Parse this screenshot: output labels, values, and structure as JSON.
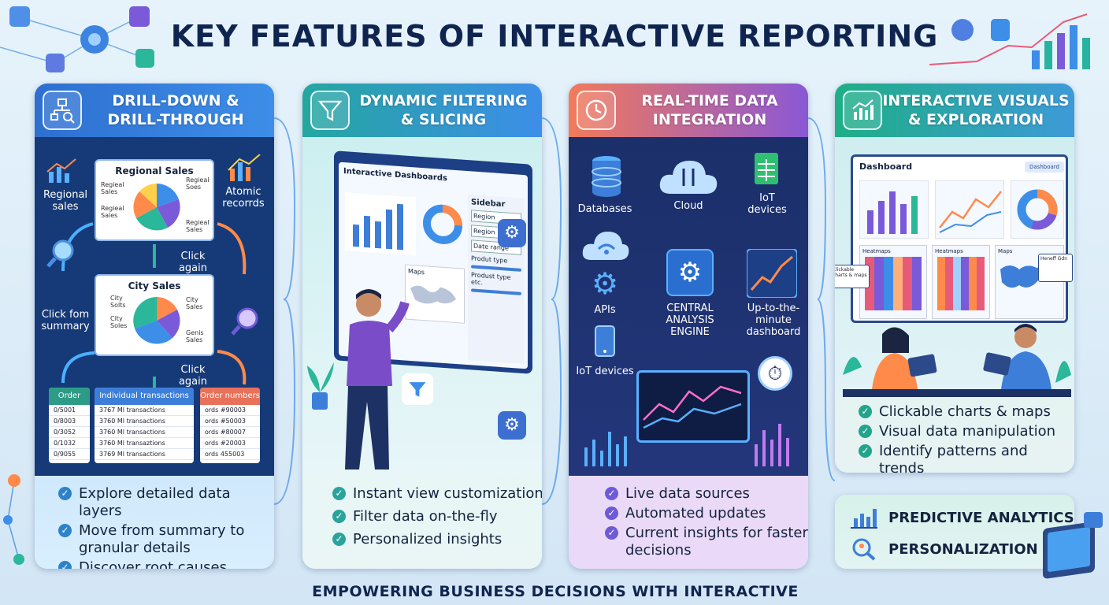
{
  "title": "KEY FEATURES OF INTERACTIVE REPORTING",
  "footer": "EMPOWERING BUSINESS DECISIONS WITH INTERACTIVE REPORTING",
  "panels": [
    {
      "title_line1": "DRILL-DOWN &",
      "title_line2": "DRILL-THROUGH",
      "icon": "hierarchy-search-icon",
      "labels": {
        "regional_sales": "Regional sales",
        "atomic_records": "Atomic recorrds",
        "regional_card": "Regional Sales",
        "click_again_1": "Click again",
        "city_card": "City Sales",
        "click_summary": "Click fom summary",
        "click_again_2": "Click again",
        "pie1_labels": [
          "Regieal Sales",
          "Regieal Sales",
          "Regieal Soes",
          "Regieal Sales"
        ],
        "pie2_labels": [
          "City Solts",
          "City Sales",
          "City Soles",
          "Genis Sales"
        ]
      },
      "tables": [
        {
          "header": "Order",
          "rows": [
            "0/5001",
            "0/8003",
            "0/3052",
            "0/1032",
            "0/9055"
          ]
        },
        {
          "header": "Individual transactions",
          "rows": [
            "3767   Ml   transactions",
            "3760   Ml   transactions",
            "3760   Ml   transactions",
            "3760   Ml   transaztions",
            "3769   Ml   transactions"
          ]
        },
        {
          "header": "Order numbers",
          "rows": [
            "ords #90003",
            "ords #50003",
            "ords #80007",
            "ords #20003",
            "ords 455003"
          ]
        }
      ],
      "bullets": [
        "Explore detailed data layers",
        "Move from summary to granular details",
        "Discover root causes"
      ]
    },
    {
      "title_line1": "DYNAMIC FILTERING",
      "title_line2": "& SLICING",
      "icon": "funnel-icon",
      "labels": {
        "dashboard_title": "Interactive Dashboards",
        "sidebar_title": "Sidebar",
        "filters": [
          "Region",
          "Region",
          "Date range",
          "Produt type",
          "Produst type etc."
        ],
        "maps": "Maps"
      },
      "bullets": [
        "Instant view customization",
        "Filter data on-the-fly",
        "Personalized insights"
      ]
    },
    {
      "title_line1": "REAL-TIME DATA",
      "title_line2": "INTEGRATION",
      "icon": "clock-icon",
      "labels": {
        "databases": "Databases",
        "cloud": "Cloud",
        "iot_devices_top": "IoT devices",
        "apis": "APIs",
        "central": "CENTRAL ANALYSIS ENGINE",
        "dashboard": "Up-to-the-minute dashboard",
        "iot_devices_bottom": "IoT devices"
      },
      "bullets": [
        "Live data sources",
        "Automated updates",
        "Current insights for faster decisions"
      ]
    },
    {
      "title_line1": "INTERACTIVE VISUALS",
      "title_line2": "& EXPLORATION",
      "icon": "chart-trend-icon",
      "labels": {
        "dashboard": "Dashboard",
        "dashboard_btn": "Dashboard",
        "clickable": "Clickable charts & maps",
        "heatmaps1": "Heatmaps",
        "heatmaps2": "Heatmaps",
        "maps": "Maps",
        "tooltip": "Heneff Gdn"
      },
      "bullets": [
        "Clickable charts & maps",
        "Visual data manipulation",
        "Identify patterns and trends"
      ]
    }
  ],
  "extras": [
    "PREDICTIVE ANALYTICS",
    "PERSONALIZATION"
  ],
  "colors": {
    "navy": "#163a78",
    "blue": "#2e6fd0",
    "teal": "#24a6a0",
    "coral": "#f27a5a",
    "purple": "#8a58d6",
    "green": "#1fae86"
  }
}
